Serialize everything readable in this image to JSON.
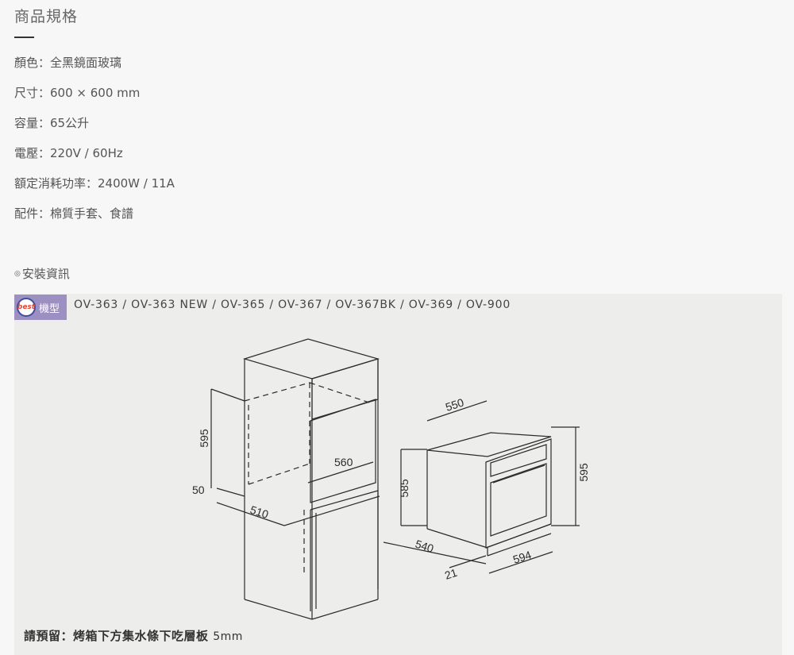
{
  "specs": {
    "title": "商品規格",
    "items": [
      "顏色：全黑鏡面玻璃",
      "尺寸：600 × 600 mm",
      "容量：65公升",
      "電壓：220V / 60Hz",
      "額定消耗功率：2400W / 11A",
      "配件：棉質手套、食譜"
    ]
  },
  "install": {
    "bullet": "◎",
    "heading": "安裝資訊",
    "brand_logo": "best",
    "badge_label": "機型",
    "models": "OV-363 / OV-363 NEW / OV-365 / OV-367 / OV-367BK / OV-369 /  OV-900",
    "dimensions": {
      "cabinet_height": "595",
      "cabinet_left_gap": "50",
      "cabinet_depth": "510",
      "cabinet_width": "560",
      "oven_width": "550",
      "oven_height": "585",
      "oven_front_height": "595",
      "oven_depth": "540",
      "oven_front_depth": "21",
      "oven_front_width": "594"
    },
    "note_main": "請預留：烤箱下方集水條下吃層板 ",
    "note_unit": "5mm"
  },
  "colors": {
    "badge": "#9c90c3",
    "panel": "#ededeb",
    "line": "#2b2b2b"
  }
}
